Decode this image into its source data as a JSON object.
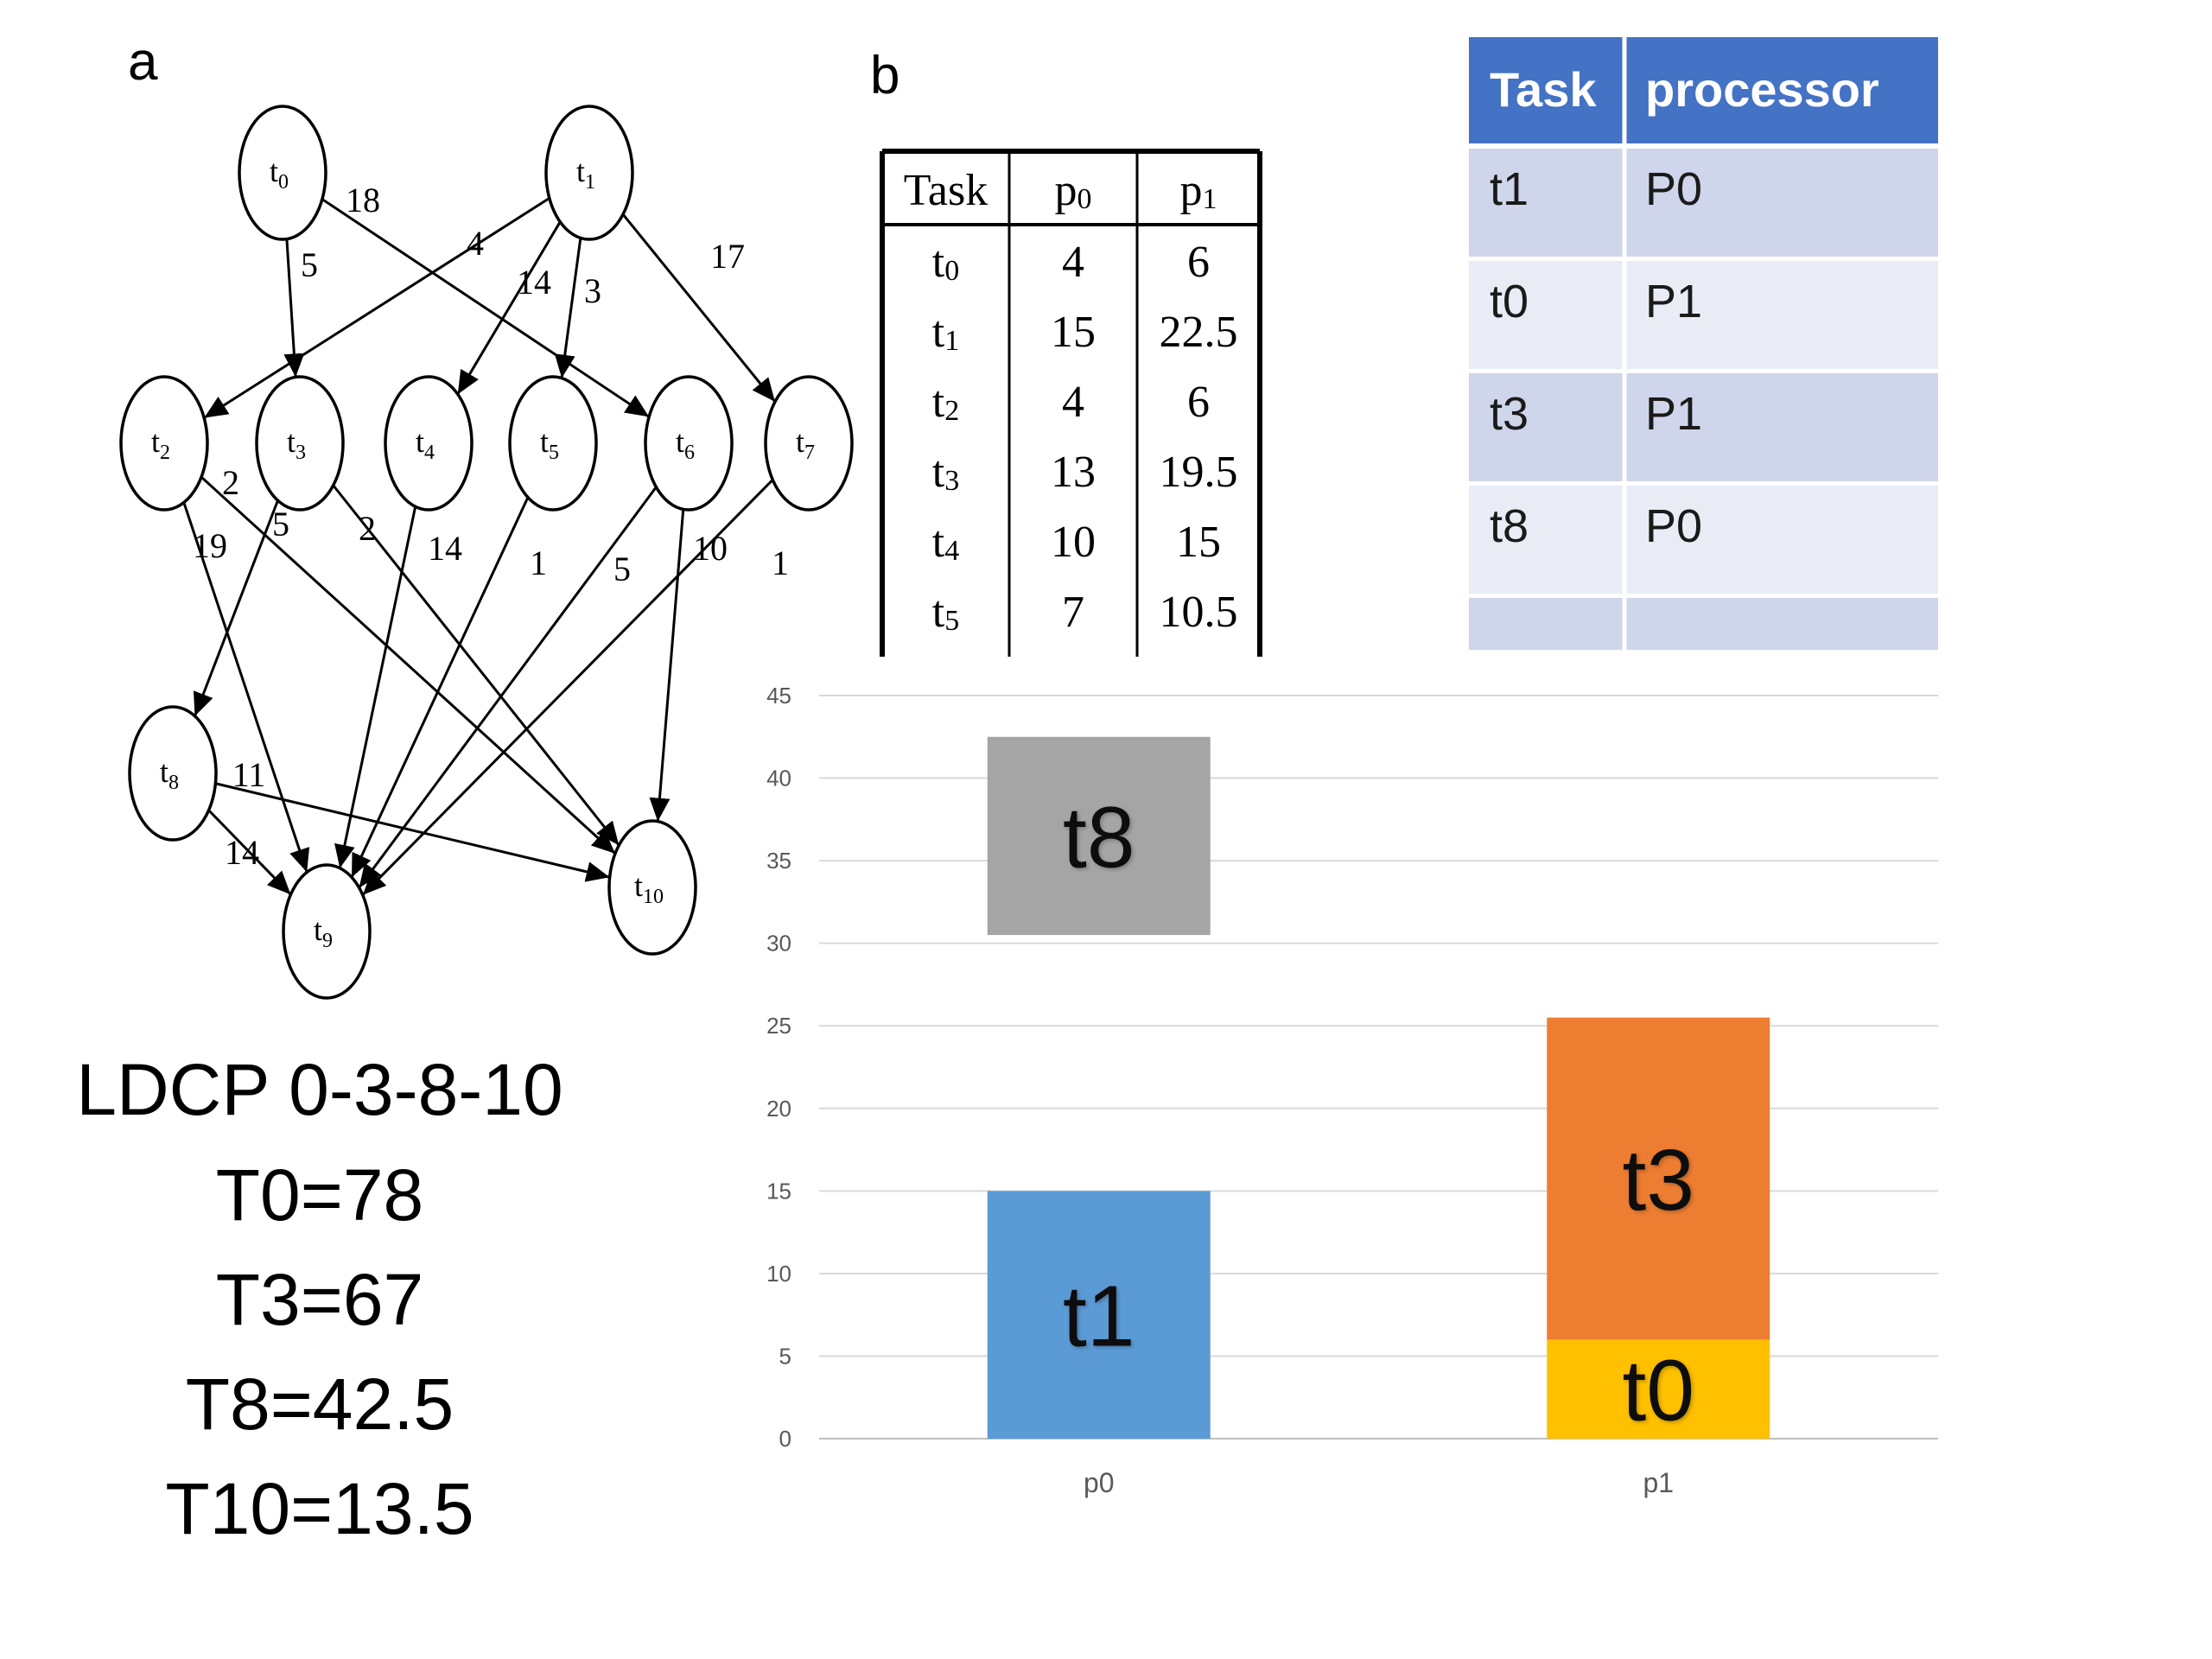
{
  "panel_labels": {
    "a": "a",
    "b": "b"
  },
  "graph": {
    "nodes": [
      {
        "id": "t0",
        "base": "t",
        "sub": "0"
      },
      {
        "id": "t1",
        "base": "t",
        "sub": "1"
      },
      {
        "id": "t2",
        "base": "t",
        "sub": "2"
      },
      {
        "id": "t3",
        "base": "t",
        "sub": "3"
      },
      {
        "id": "t4",
        "base": "t",
        "sub": "4"
      },
      {
        "id": "t5",
        "base": "t",
        "sub": "5"
      },
      {
        "id": "t6",
        "base": "t",
        "sub": "6"
      },
      {
        "id": "t7",
        "base": "t",
        "sub": "7"
      },
      {
        "id": "t8",
        "base": "t",
        "sub": "8"
      },
      {
        "id": "t9",
        "base": "t",
        "sub": "9"
      },
      {
        "id": "t10",
        "base": "t",
        "sub": "10"
      }
    ],
    "edges": [
      {
        "from": "t0",
        "to": "t3",
        "weight": "5"
      },
      {
        "from": "t0",
        "to": "t6",
        "weight": "18"
      },
      {
        "from": "t1",
        "to": "t2",
        "weight": "4"
      },
      {
        "from": "t1",
        "to": "t4",
        "weight": "14"
      },
      {
        "from": "t1",
        "to": "t5",
        "weight": "3"
      },
      {
        "from": "t1",
        "to": "t7",
        "weight": "17"
      },
      {
        "from": "t2",
        "to": "t9",
        "weight": "19"
      },
      {
        "from": "t2",
        "to": "t10",
        "weight": "2"
      },
      {
        "from": "t3",
        "to": "t8",
        "weight": "5"
      },
      {
        "from": "t3",
        "to": "t10",
        "weight": "2"
      },
      {
        "from": "t4",
        "to": "t9",
        "weight": "14"
      },
      {
        "from": "t5",
        "to": "t9",
        "weight": "1"
      },
      {
        "from": "t6",
        "to": "t9",
        "weight": "5"
      },
      {
        "from": "t6",
        "to": "t10",
        "weight": "10"
      },
      {
        "from": "t7",
        "to": "t9",
        "weight": "1"
      },
      {
        "from": "t8",
        "to": "t10",
        "weight": "11"
      },
      {
        "from": "t8",
        "to": "t9",
        "weight": "14"
      }
    ]
  },
  "ldcp": {
    "path": "LDCP 0-3-8-10",
    "lines": [
      "T0=78",
      "T3=67",
      "T8=42.5",
      "T10=13.5"
    ]
  },
  "cost_table": {
    "headers": [
      {
        "base": "Task",
        "sub": ""
      },
      {
        "base": "p",
        "sub": "0"
      },
      {
        "base": "p",
        "sub": "1"
      }
    ],
    "rows": [
      {
        "task_base": "t",
        "task_sub": "0",
        "p0": "4",
        "p1": "6"
      },
      {
        "task_base": "t",
        "task_sub": "1",
        "p0": "15",
        "p1": "22.5"
      },
      {
        "task_base": "t",
        "task_sub": "2",
        "p0": "4",
        "p1": "6"
      },
      {
        "task_base": "t",
        "task_sub": "3",
        "p0": "13",
        "p1": "19.5"
      },
      {
        "task_base": "t",
        "task_sub": "4",
        "p0": "10",
        "p1": "15"
      },
      {
        "task_base": "t",
        "task_sub": "5",
        "p0": "7",
        "p1": "10.5"
      }
    ]
  },
  "assignment_table": {
    "headers": [
      "Task",
      "processor"
    ],
    "rows": [
      [
        "t1",
        "P0"
      ],
      [
        "t0",
        "P1"
      ],
      [
        "t3",
        "P1"
      ],
      [
        "t8",
        "P0"
      ],
      [
        "",
        ""
      ]
    ],
    "colors": {
      "header": "#4472C4",
      "row_dark": "#CFD5EA",
      "row_light": "#E9EBF5"
    }
  },
  "chart_data": {
    "type": "bar",
    "categories": [
      "p0",
      "p1"
    ],
    "ylim": [
      0,
      45
    ],
    "yticks": [
      0,
      5,
      10,
      15,
      20,
      25,
      30,
      35,
      40,
      45
    ],
    "grid": true,
    "segments": [
      {
        "category": "p0",
        "label": "t1",
        "start": 0,
        "end": 15,
        "color": "#5B9BD5"
      },
      {
        "category": "p0",
        "label": "t8",
        "start": 30.5,
        "end": 42.5,
        "color": "#A5A5A5"
      },
      {
        "category": "p1",
        "label": "t0",
        "start": 0,
        "end": 6,
        "color": "#FFC000"
      },
      {
        "category": "p1",
        "label": "t3",
        "start": 6,
        "end": 25.5,
        "color": "#ED7D31"
      }
    ],
    "colors": {
      "grid": "#D9D9D9",
      "axis": "#BFBFBF"
    }
  }
}
